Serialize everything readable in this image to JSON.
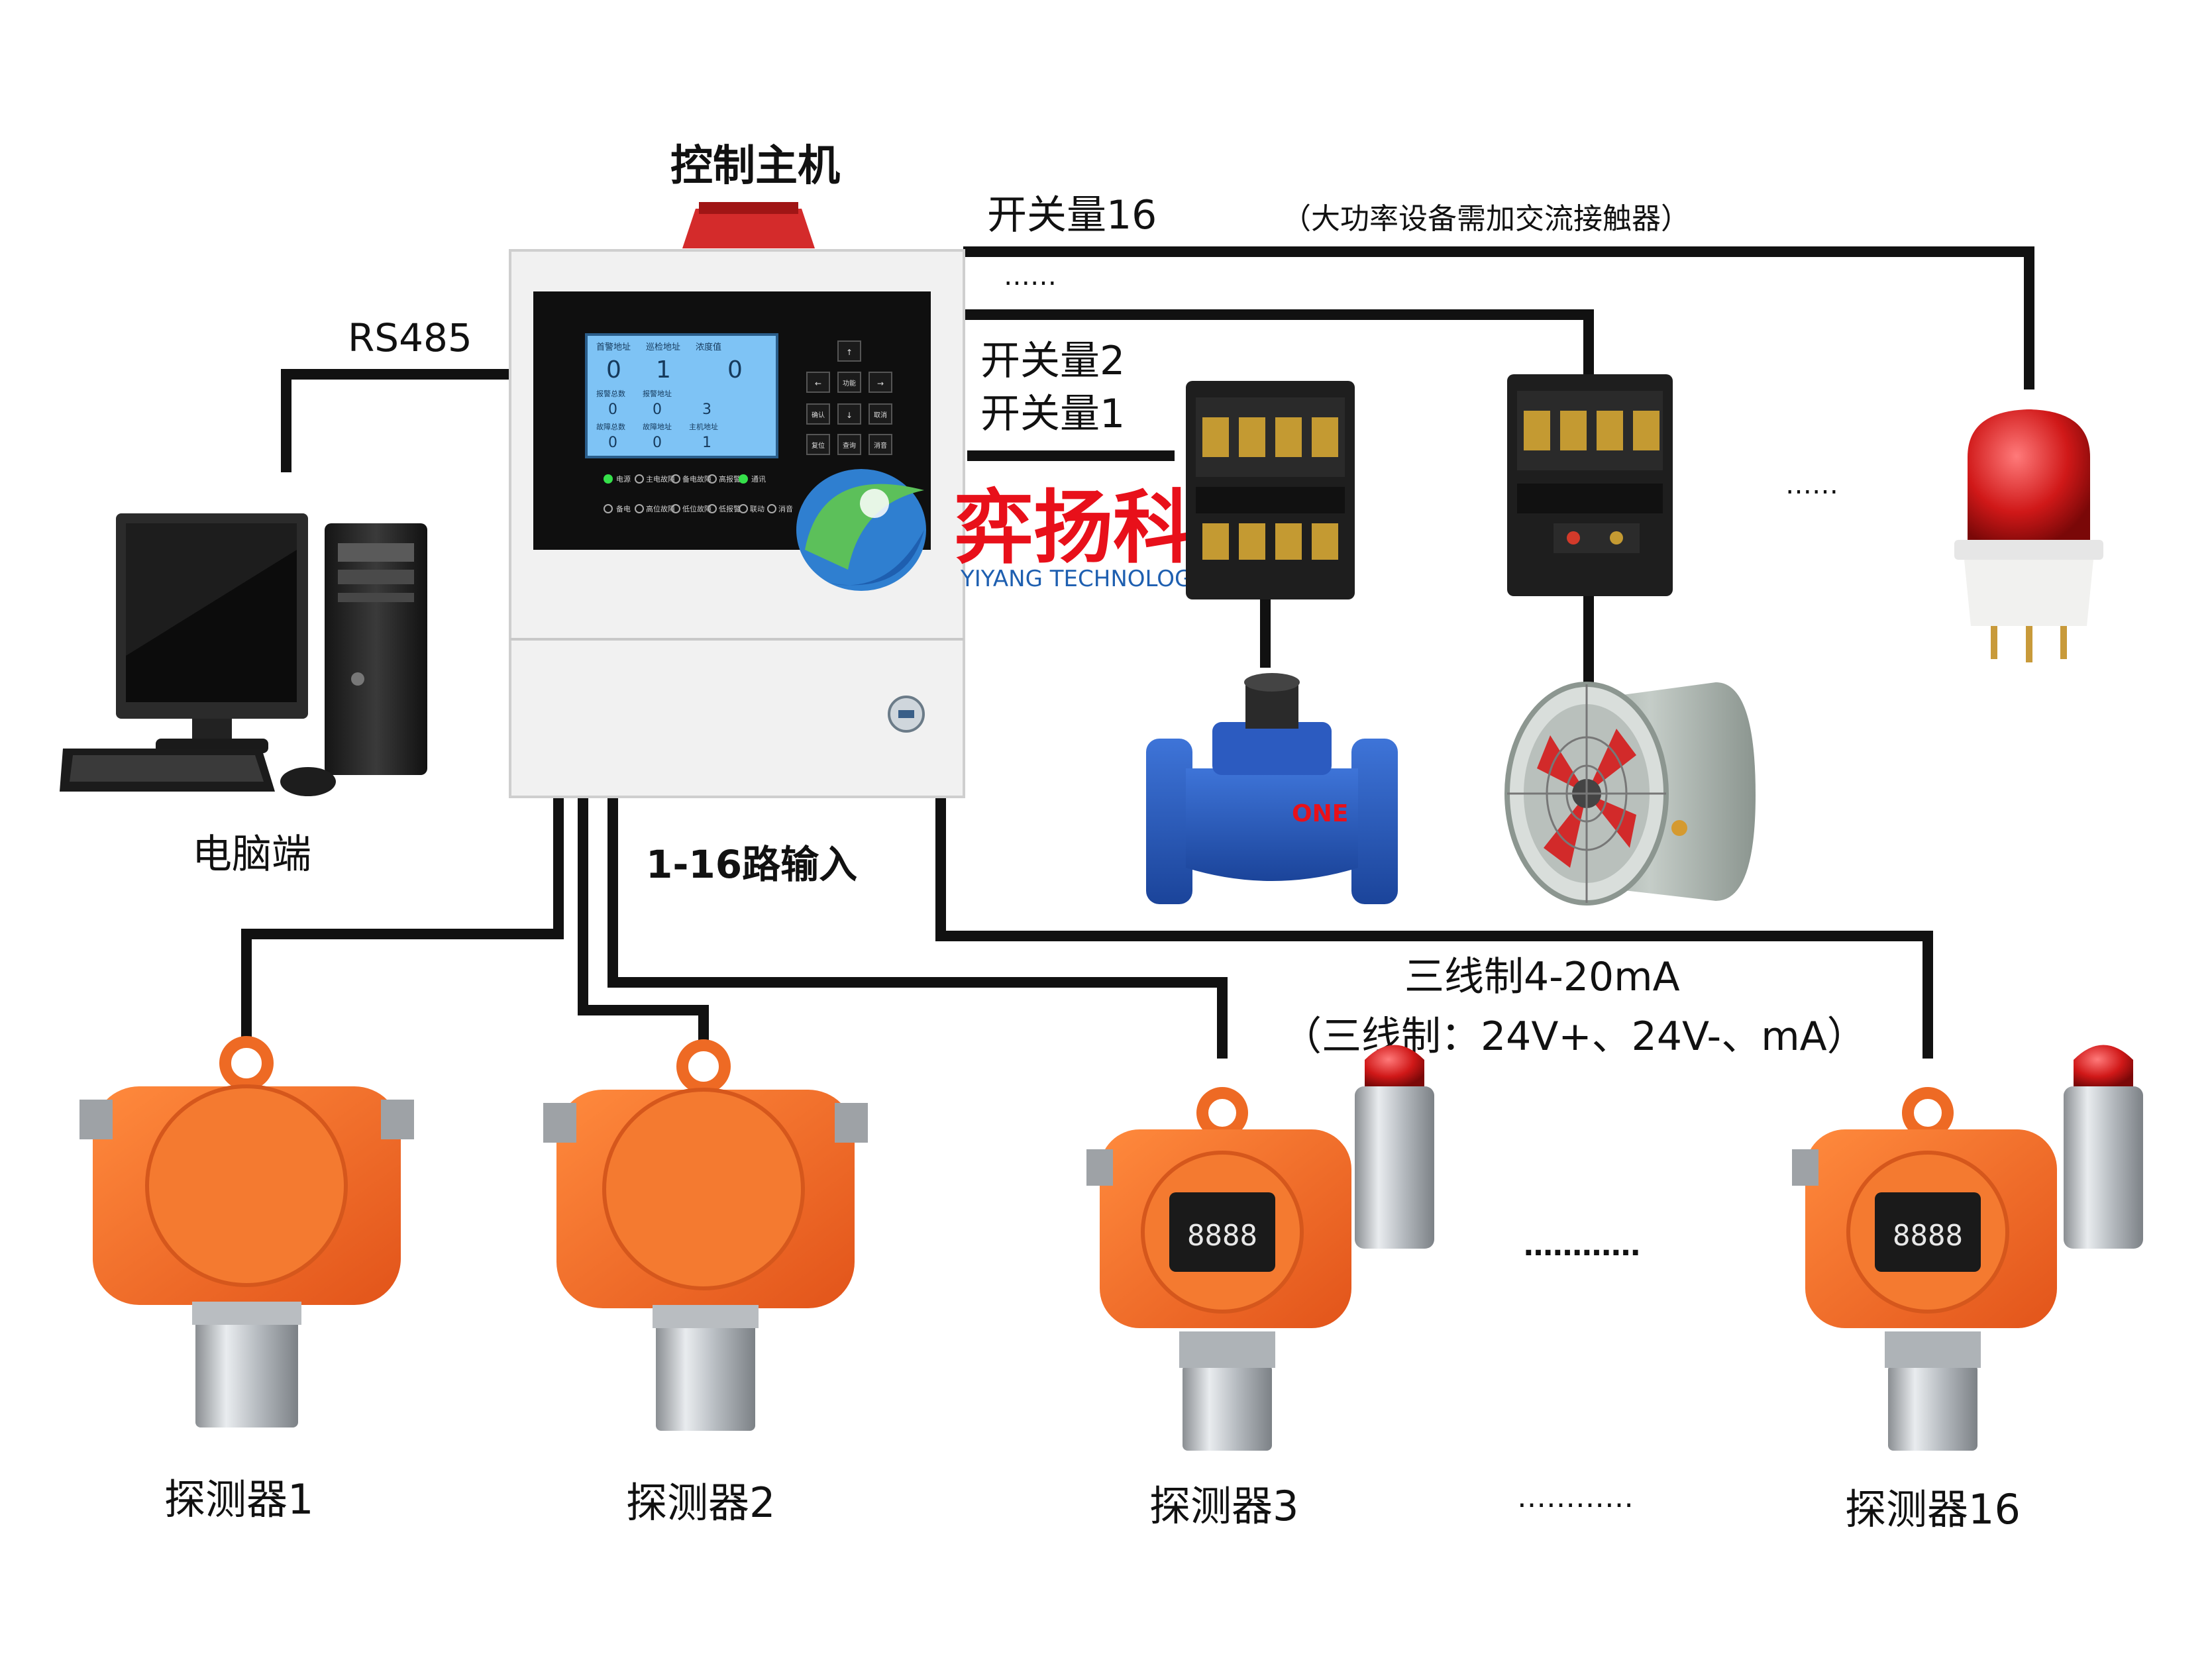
{
  "controller": {
    "title": "控制主机",
    "lcd": {
      "headers": [
        "首警地址",
        "巡检地址",
        "浓度值"
      ],
      "values": [
        "0",
        "1",
        "0"
      ],
      "row2_labels": [
        "报警总数",
        "报警地址"
      ],
      "row2_values": [
        "0",
        "0",
        "3"
      ],
      "row3_labels": [
        "故障总数",
        "故障地址",
        "主机地址"
      ],
      "row3_values": [
        "0",
        "0",
        "1"
      ]
    },
    "keys": [
      "↑",
      "←",
      "功能",
      "→",
      "确认",
      "↓",
      "取消",
      "复位",
      "查询",
      "消音"
    ],
    "leds_row1": [
      "电源",
      "主电故障",
      "备电故障",
      "高报警",
      "通讯"
    ],
    "leds_row2": [
      "备电",
      "高位故障",
      "低位故障",
      "低报警",
      "联动",
      "消音"
    ]
  },
  "brand": {
    "name": "弈扬科技",
    "subtitle": "YIYANG TECHNOLOGIES",
    "accent": "#e8101a",
    "logo_blue": "#1e5fb0",
    "logo_green": "#4caf50"
  },
  "labels": {
    "rs485": "RS485",
    "computer": "电脑端",
    "switch16": "开关量16",
    "switch16_note": "（大功率设备需加交流接触器）",
    "switch_ellipsis": "……",
    "switch2": "开关量2",
    "switch1": "开关量1",
    "device_ellipsis": "……",
    "inputs": "1-16路输入",
    "three_wire": "三线制4-20mA",
    "three_wire_detail": "（三线制：24V+、24V-、mA）",
    "detector_mid_ellipsis": "…………",
    "detector_bottom_ellipsis": "…………"
  },
  "detectors": [
    {
      "label": "探测器1",
      "type": "plain"
    },
    {
      "label": "探测器2",
      "type": "plain"
    },
    {
      "label": "探测器3",
      "type": "display",
      "reading": "8888"
    },
    {
      "label": "探测器16",
      "type": "display",
      "reading": "8888"
    }
  ],
  "colors": {
    "detector_orange": "#f06a22",
    "wire": "#111111",
    "lcd_blue": "#6fb8f0",
    "valve_blue": "#2456b8",
    "fan_gray": "#a9b3ad",
    "beacon_red": "#d01818"
  },
  "icons": [
    "computer-icon",
    "contactor-icon",
    "solenoid-valve-icon",
    "axial-fan-icon",
    "warning-beacon-icon",
    "gas-detector-icon"
  ]
}
